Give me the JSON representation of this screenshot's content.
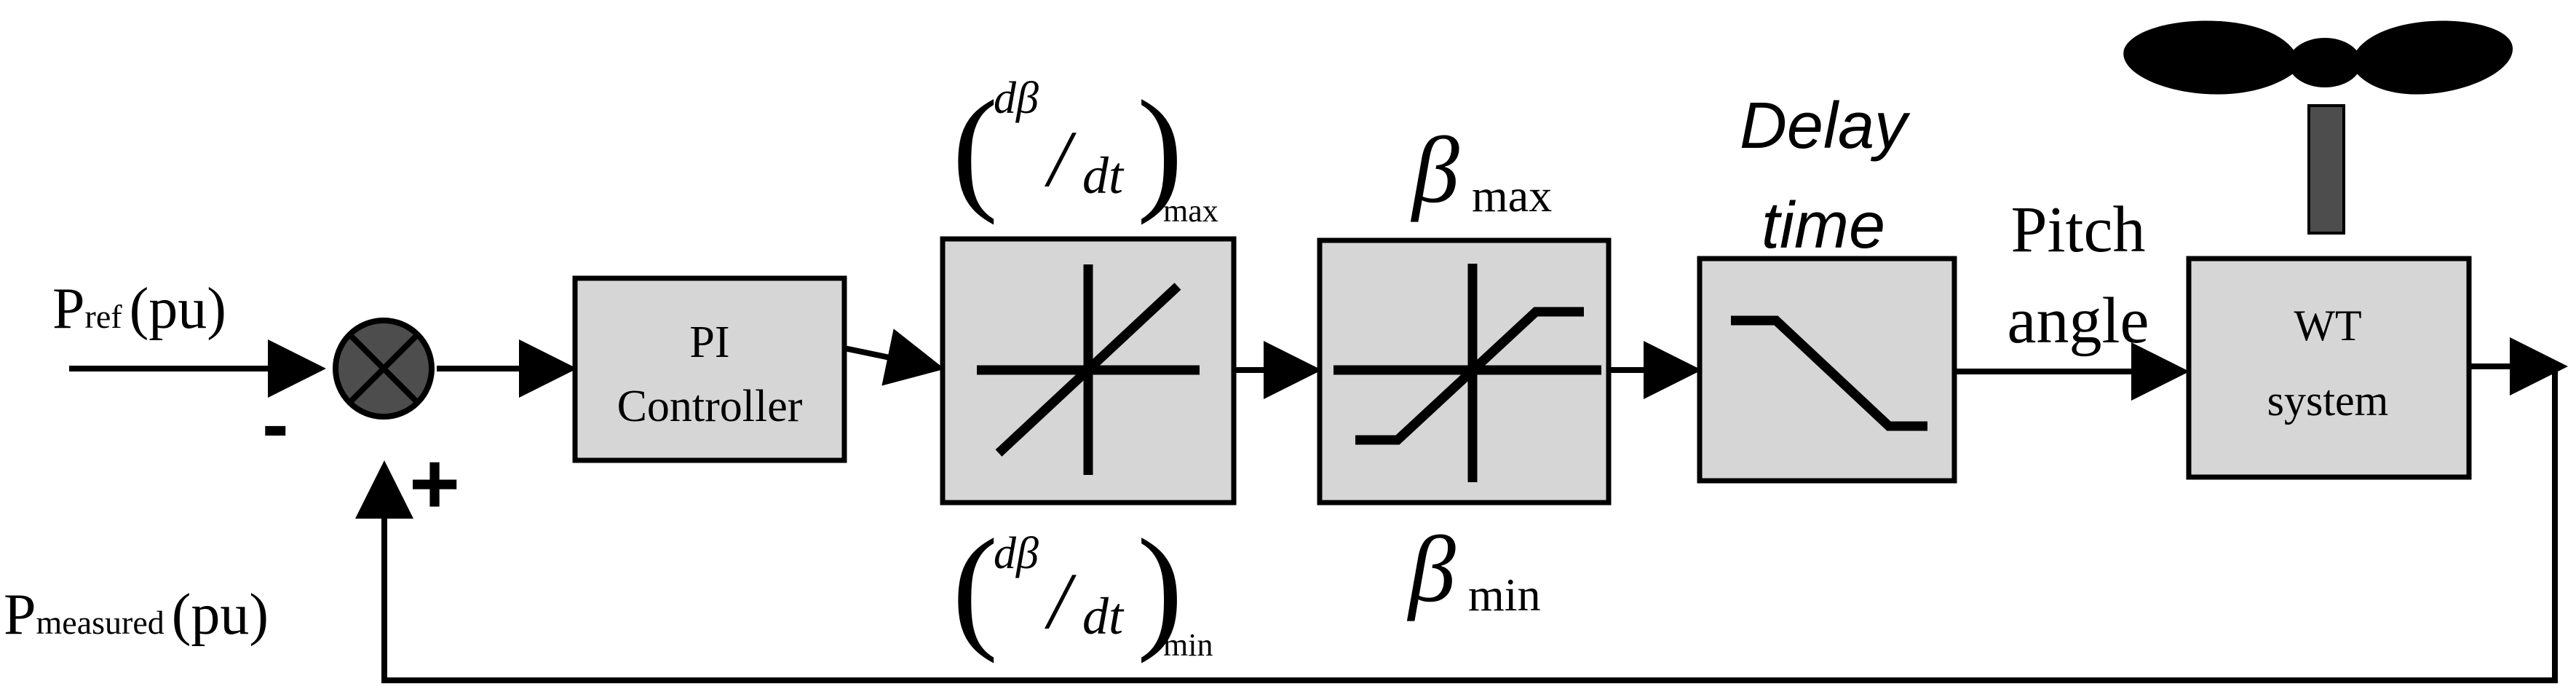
{
  "inputs": {
    "p_ref_main": "P",
    "p_ref_sub": "ref",
    "p_ref_unit": "(pu)",
    "p_meas_main": "P",
    "p_meas_sub": "measured",
    "p_meas_unit": "(pu)"
  },
  "summing_junction": {
    "minus_sign": "-",
    "plus_sign": "+"
  },
  "blocks": {
    "pi_line1": "PI",
    "pi_line2": "Controller",
    "wt_line1": "WT",
    "wt_line2": "system"
  },
  "rate_limiter": {
    "d_beta": "dβ",
    "dt": "dt",
    "max_sub": "max",
    "min_sub": "min"
  },
  "saturation": {
    "beta": "β",
    "max_sub": "max",
    "min_sub": "min"
  },
  "delay": {
    "line1": "Delay",
    "line2": "time"
  },
  "pitch": {
    "line1": "Pitch",
    "line2": "angle"
  },
  "icons": [
    "summing-junction-icon",
    "rate-limiter-icon",
    "saturation-icon",
    "delay-icon",
    "wind-turbine-icon"
  ]
}
